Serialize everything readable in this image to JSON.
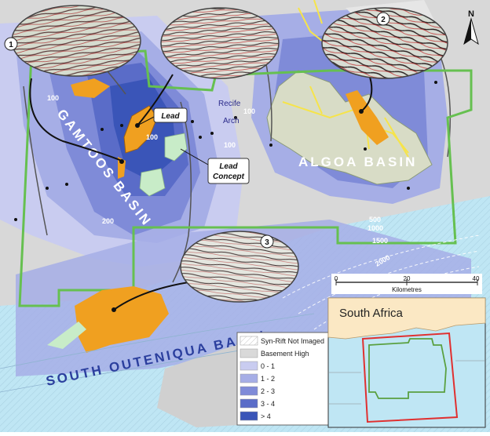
{
  "basins": {
    "gamtoos": "GAMTOOS BASIN",
    "algoa": "ALGOA BASIN",
    "south_outeniqua": "SOUTH OUTENIQUA BASIN"
  },
  "features": {
    "lead": "Lead",
    "lead_concept_line1": "Lead",
    "lead_concept_line2": "Concept",
    "recife_line1": "Recife",
    "recife_line2": "Arch"
  },
  "callouts": [
    "1",
    "2",
    "3"
  ],
  "contours": {
    "c100a": "100",
    "c100b": "100",
    "c100c": "100",
    "c100d": "100",
    "c200": "200",
    "c500": "500",
    "c1000": "1000",
    "c1500": "1500",
    "c2000": "2000"
  },
  "scale": {
    "t0": "0",
    "t20": "20",
    "t40": "40",
    "unit": "Kilometres"
  },
  "north": "N",
  "inset": {
    "label": "South Africa"
  },
  "legend": {
    "items": [
      {
        "label": "Syn-Rift Not Imaged",
        "color": "#ffffff",
        "pattern": "hatch"
      },
      {
        "label": "Basement High",
        "color": "#d9d9d9"
      },
      {
        "label": "0 - 1",
        "color": "#c9ccf0"
      },
      {
        "label": "1 - 2",
        "color": "#a6aee6"
      },
      {
        "label": "2 - 3",
        "color": "#7f8bd8"
      },
      {
        "label": "3 - 4",
        "color": "#5a6cc8"
      },
      {
        "label": "> 4",
        "color": "#3a55b8"
      }
    ]
  },
  "colors": {
    "sea": "#bfe6f4",
    "lead": "#f0a020",
    "concept": "#c8ecc8",
    "block_outline": "#66c050",
    "inset_outline": "#e03030"
  }
}
